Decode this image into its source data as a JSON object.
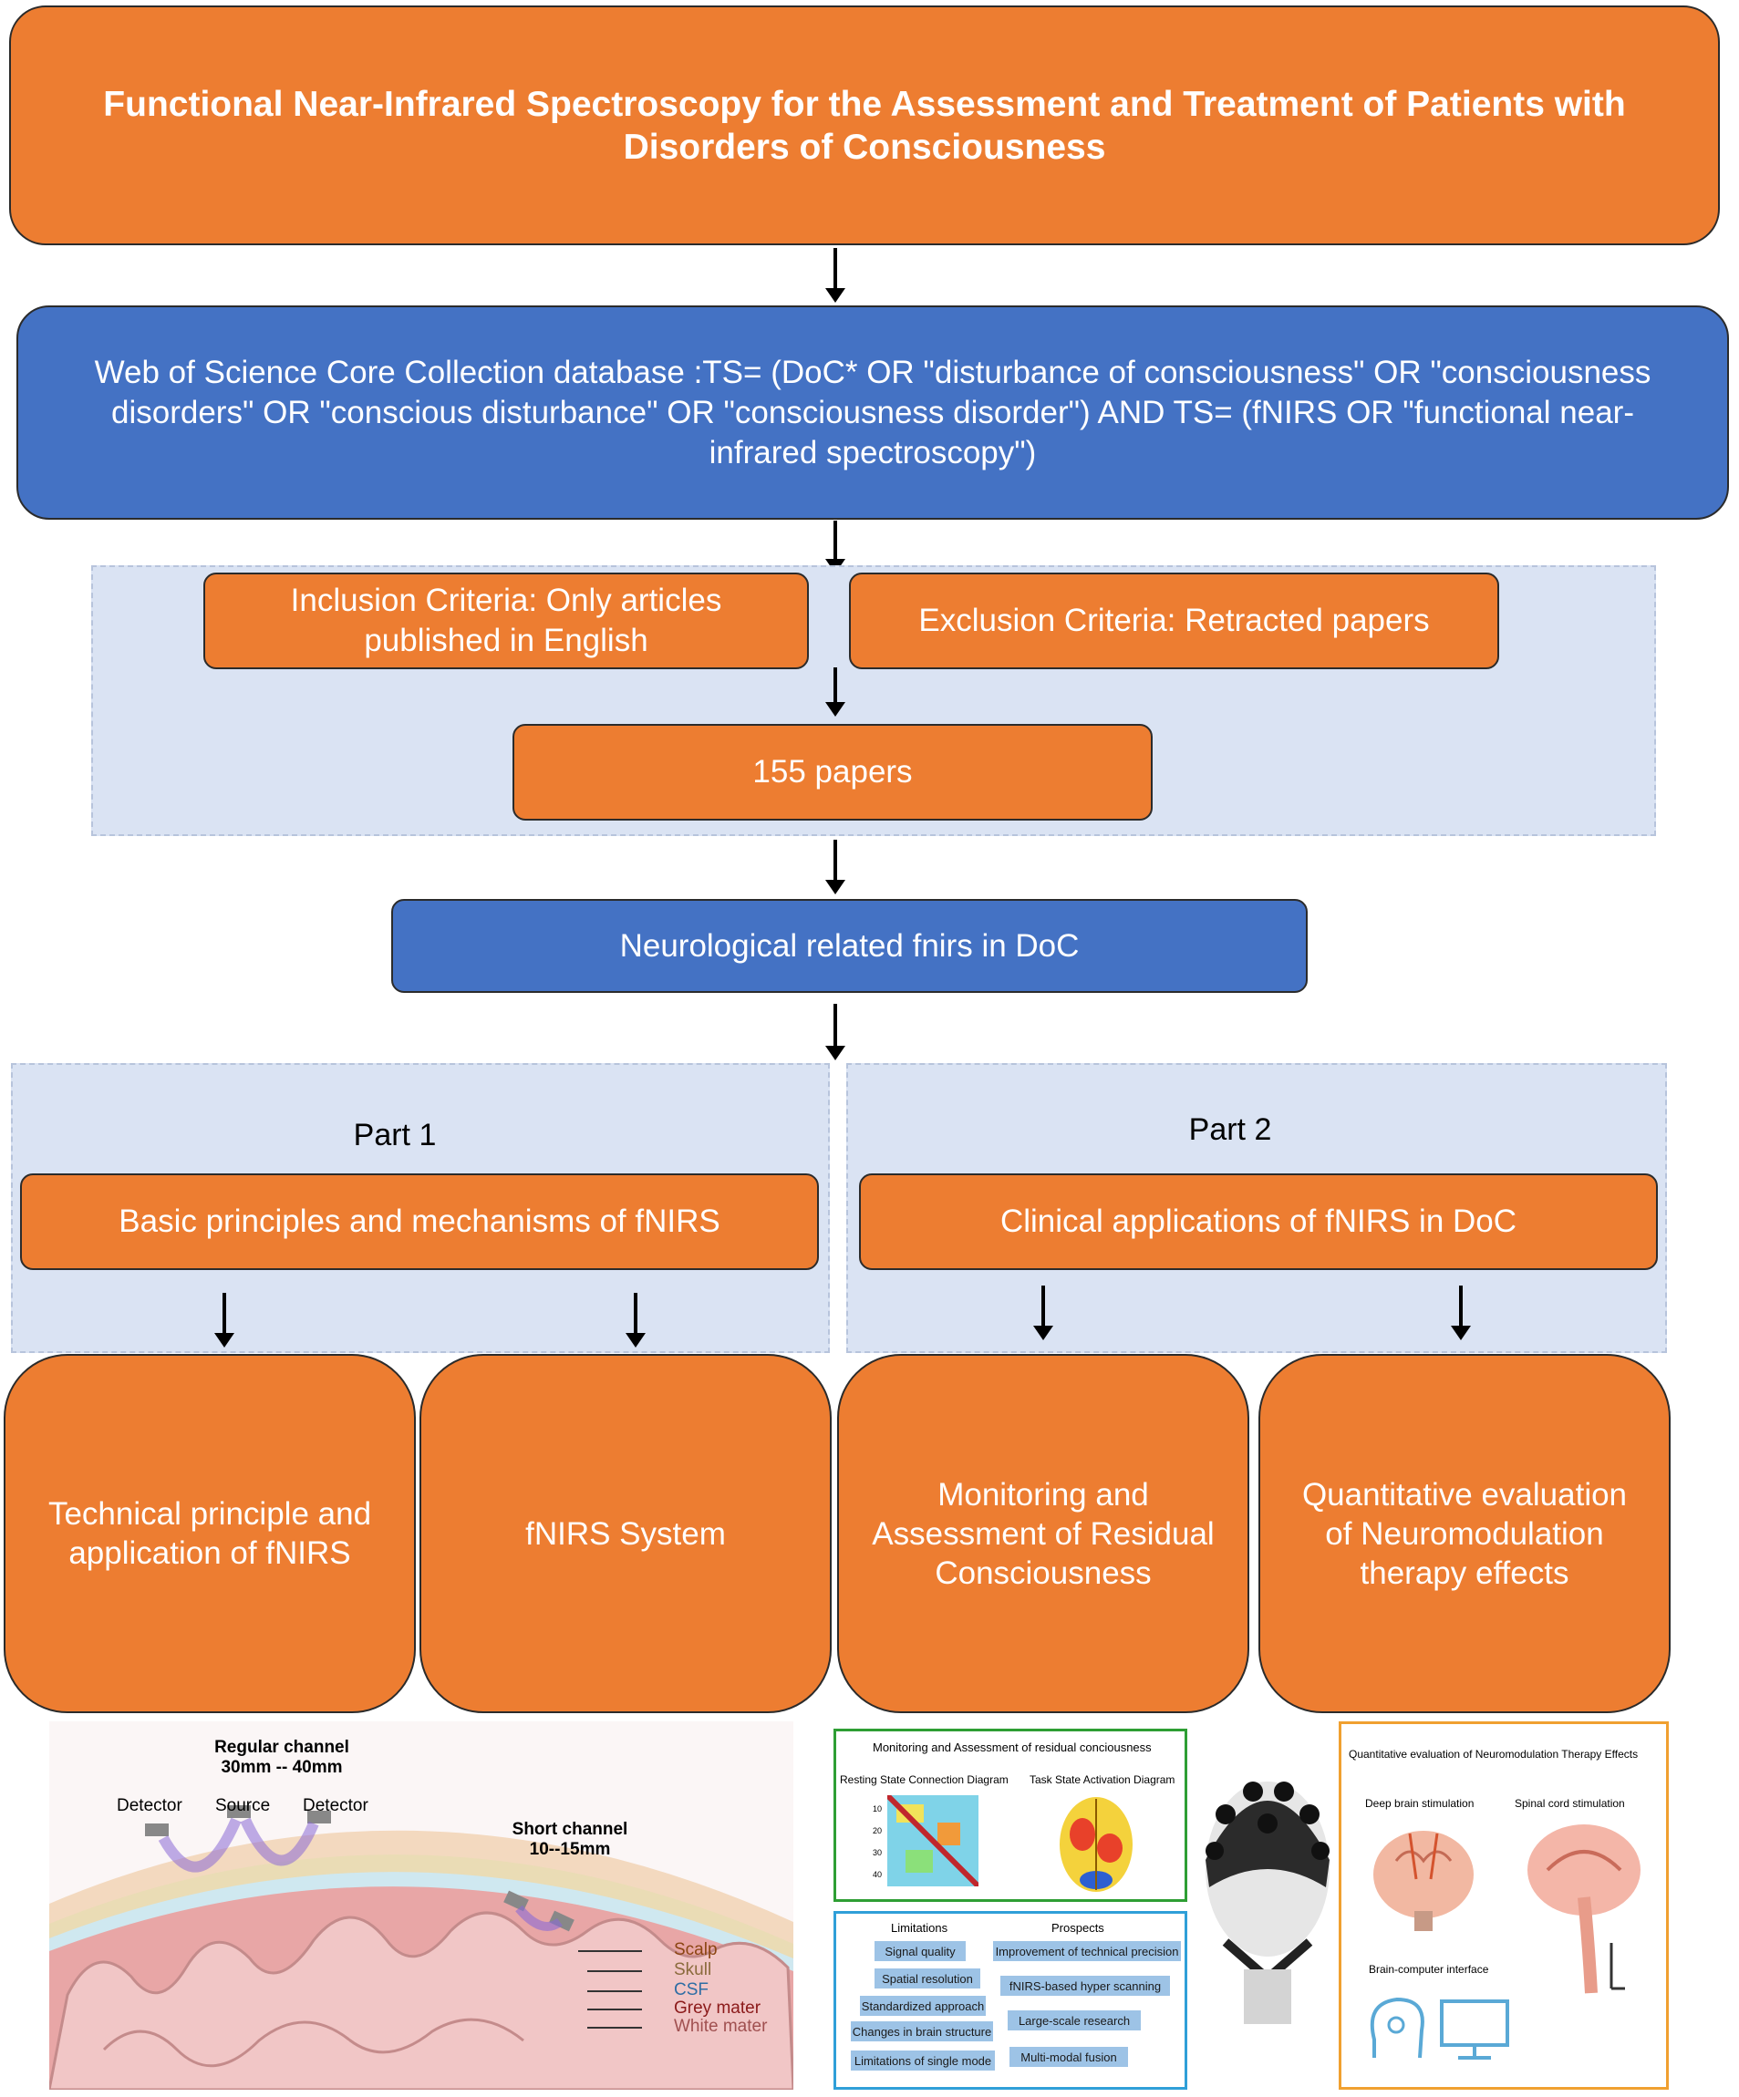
{
  "title": "Functional Near-Infrared Spectroscopy for the Assessment and Treatment of Patients with Disorders of Consciousness",
  "query": "Web of Science Core Collection database :TS= (DoC* OR \"disturbance of consciousness\" OR \"consciousness disorders\" OR \"conscious disturbance\" OR \"consciousness disorder\") AND TS= (fNIRS OR \"functional near-infrared spectroscopy\")",
  "inclusion": "Inclusion Criteria: Only articles published in English",
  "exclusion": "Exclusion Criteria: Retracted papers",
  "papers": "155 papers",
  "neuro": "Neurological related fnirs in DoC",
  "part1": {
    "label": "Part 1",
    "heading": "Basic principles and mechanisms of fNIRS",
    "left": "Technical principle and application of fNIRS",
    "right": "fNIRS System"
  },
  "part2": {
    "label": "Part 2",
    "heading": "Clinical applications of fNIRS in DoC",
    "left": "Monitoring and Assessment of Residual Consciousness",
    "right": "Quantitative evaluation of Neuromodulation therapy effects"
  },
  "figure_fnirs": {
    "regular_channel": "Regular channel",
    "regular_range": "30mm -- 40mm",
    "detector": "Detector",
    "source": "Source",
    "short_channel": "Short channel",
    "short_range": "10--15mm",
    "layers": [
      "Scalp",
      "Skull",
      "CSF",
      "Grey mater",
      "White mater"
    ],
    "layer_colors": [
      "#8b4513",
      "#8b6b3d",
      "#2e6da4",
      "#8b1a1a",
      "#a05050"
    ]
  },
  "figure_monitor": {
    "title": "Monitoring and Assessment of residual conciousness",
    "left_caption": "Resting State Connection Diagram",
    "right_caption": "Task State Activation Diagram",
    "axis_ticks": [
      "10",
      "20",
      "30",
      "40"
    ]
  },
  "figure_limits": {
    "limitations_title": "Limitations",
    "prospects_title": "Prospects",
    "limitations": [
      "Signal quality",
      "Spatial resolution",
      "Standardized approach",
      "Changes in brain structure",
      "Limitations of single mode"
    ],
    "prospects": [
      "Improvement of technical precision",
      "fNIRS-based hyper scanning",
      "Large-scale research",
      "Multi-modal fusion"
    ]
  },
  "figure_neuromod": {
    "title": "Quantitative evaluation of Neuromodulation Therapy Effects",
    "dbs": "Deep brain stimulation",
    "scs": "Spinal cord stimulation",
    "bci": "Brain-computer interface"
  }
}
